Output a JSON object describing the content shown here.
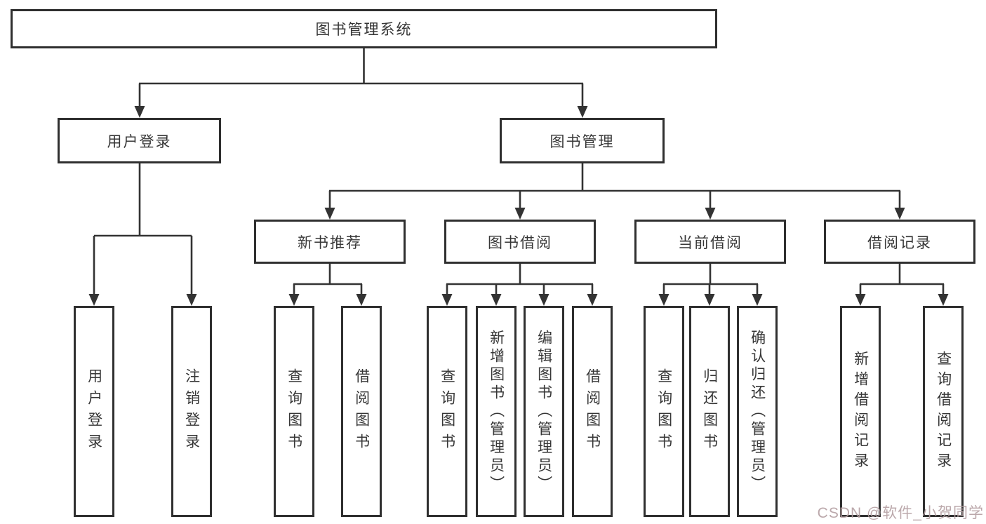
{
  "tree": {
    "root": "图书管理系统",
    "level2": {
      "user_login": "用户登录",
      "book_mgmt": "图书管理"
    },
    "level3": {
      "new_book": "新书推荐",
      "book_borrow": "图书借阅",
      "current_borrow": "当前借阅",
      "borrow_records": "借阅记录"
    },
    "leaves": {
      "user_login": "用户登录",
      "logout": "注销登录",
      "new_book_query": "查询图书",
      "new_book_borrow": "借阅图书",
      "borrow_query": "查询图书",
      "borrow_add": "新增图书（管理员）",
      "borrow_edit": "编辑图书（管理员）",
      "borrow_borrow": "借阅图书",
      "current_query": "查询图书",
      "current_return": "归还图书",
      "current_confirm": "确认归还（管理员）",
      "records_add": "新增借阅记录",
      "records_query": "查询借阅记录"
    }
  },
  "watermark": "CSDN @软件_小贺同学",
  "colors": {
    "line": "#333333",
    "box_border": "#2f2f2f",
    "text": "#363636",
    "watermark": "#b49fa2",
    "background": "#ffffff"
  }
}
